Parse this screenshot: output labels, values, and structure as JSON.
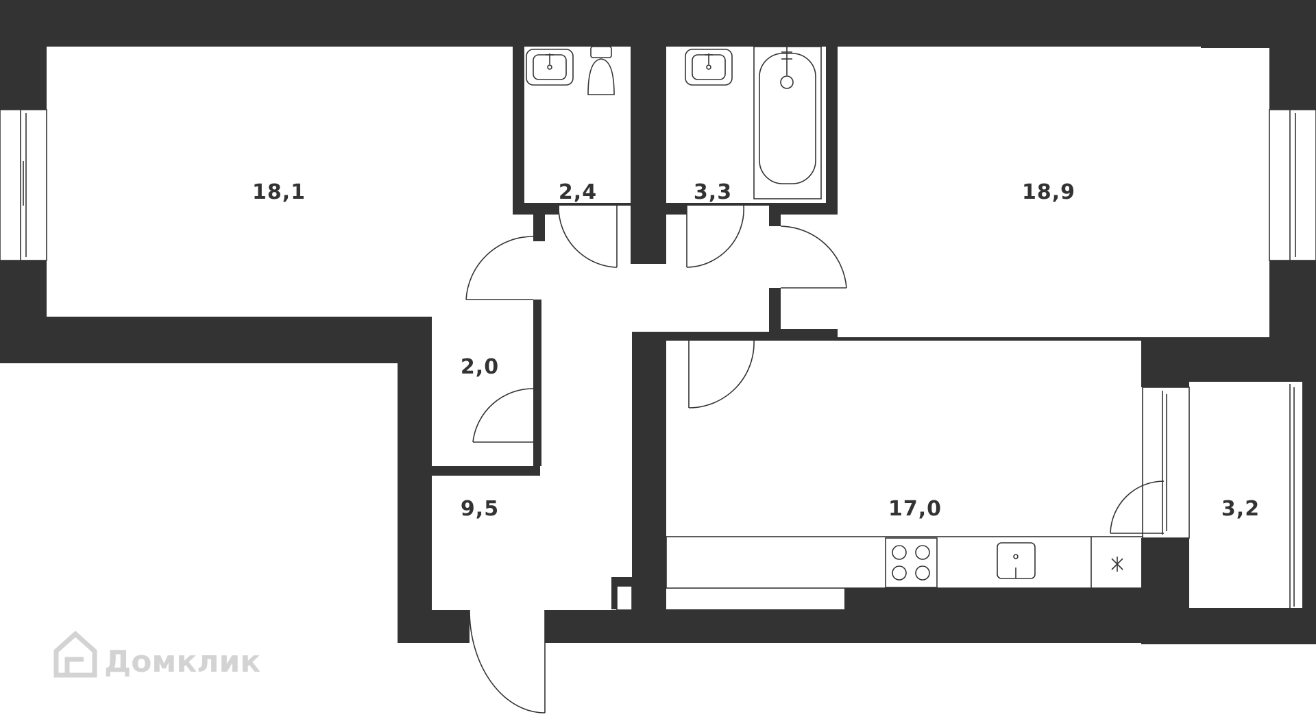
{
  "floorplan": {
    "rooms": [
      {
        "id": "bedroom-1",
        "area": "18,1"
      },
      {
        "id": "toilet",
        "area": "2,4"
      },
      {
        "id": "bathroom",
        "area": "3,3"
      },
      {
        "id": "bedroom-2",
        "area": "18,9"
      },
      {
        "id": "storage",
        "area": "2,0"
      },
      {
        "id": "hallway",
        "area": "9,5"
      },
      {
        "id": "kitchen",
        "area": "17,0"
      },
      {
        "id": "balcony",
        "area": "3,2"
      }
    ]
  },
  "watermark": {
    "brand": "Домклик"
  },
  "colors": {
    "wall": "#333333",
    "background": "#ffffff",
    "watermark": "#cfcfcf"
  },
  "icons": [
    "sink-icon",
    "toilet-icon",
    "bathtub-icon",
    "stove-icon",
    "kitchen-sink-icon",
    "ventilation-icon",
    "door-icon",
    "window-icon",
    "house-logo-icon"
  ]
}
